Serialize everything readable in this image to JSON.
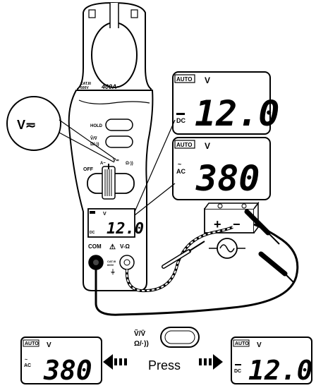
{
  "meter": {
    "brand_badge": "CAT.III",
    "brand_badge_sub": "600V",
    "range_label": "400A~",
    "hold_label": "HOLD",
    "mode_label_top": "Ṽ/V̄",
    "mode_label_bottom": "Ω/·̩))",
    "off_label": "OFF",
    "dial_label_a": "A~",
    "dial_label_v": "V≂",
    "dial_label_ohm": "Ω·))",
    "terminal_com": "COM",
    "terminal_v": "V-Ω",
    "terminal_rating": "CAT.III 600V",
    "lcd_unit": "V",
    "lcd_value": "12.0",
    "lcd_mode": "DC"
  },
  "callout": {
    "label": "V≂"
  },
  "display_dc": {
    "auto": "AUTO",
    "unit": "V",
    "value": "12.0",
    "mode": "DC"
  },
  "display_ac": {
    "auto": "AUTO",
    "unit": "V",
    "value": "380",
    "mode": "AC"
  },
  "battery": {
    "plus": "+",
    "minus": "−"
  },
  "bottom": {
    "button_label_top": "Ṽ/V̄",
    "button_label_bottom": "Ω/·))",
    "press_label": "Press",
    "left_display": {
      "auto": "AUTO",
      "unit": "V",
      "value": "380",
      "mode": "AC"
    },
    "right_display": {
      "auto": "AUTO",
      "unit": "V",
      "value": "12.0",
      "mode": "DC"
    }
  }
}
